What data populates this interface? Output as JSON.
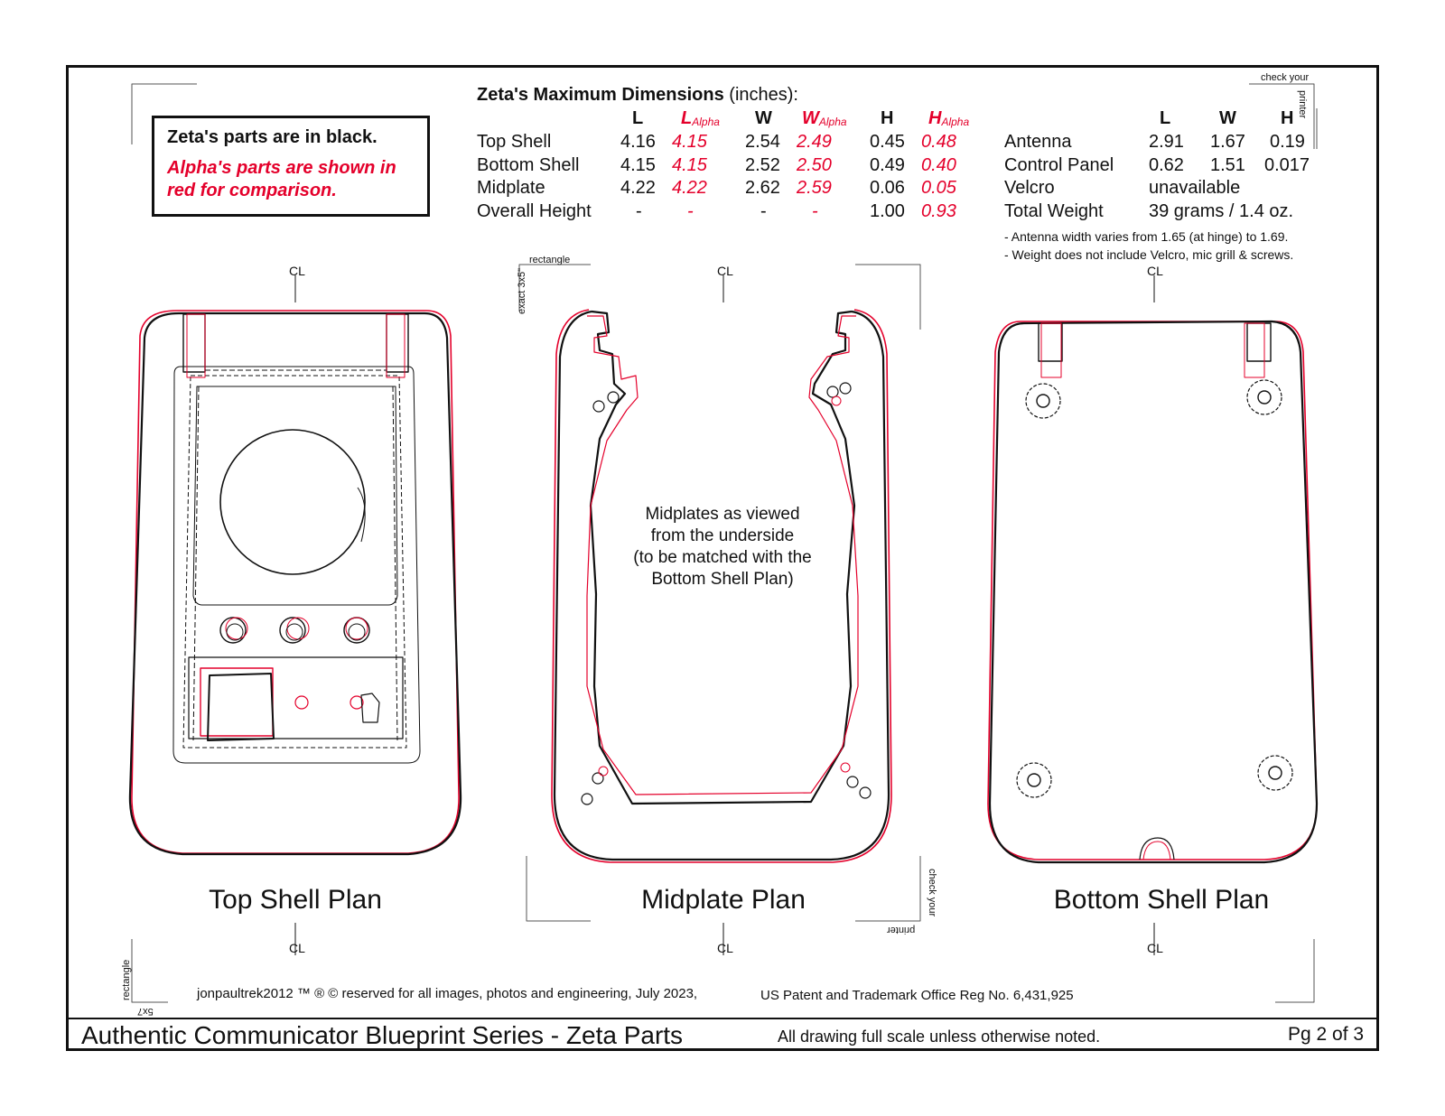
{
  "legend": {
    "black_text": "Zeta's parts are in black.",
    "red_text": "Alpha's parts are shown in red for comparison."
  },
  "dimensions_table": {
    "title_bold": "Zeta's Maximum  Dimensions",
    "title_unit": "(inches):",
    "headers": {
      "L": "L",
      "L_alpha": "L",
      "W": "W",
      "W_alpha": "W",
      "H": "H",
      "H_alpha": "H",
      "alpha_sub": "Alpha"
    },
    "rows": [
      {
        "name": "Top Shell",
        "L": "4.16",
        "La": "4.15",
        "W": "2.54",
        "Wa": "2.49",
        "H": "0.45",
        "Ha": "0.48"
      },
      {
        "name": "Bottom Shell",
        "L": "4.15",
        "La": "4.15",
        "W": "2.52",
        "Wa": "2.50",
        "H": "0.49",
        "Ha": "0.40"
      },
      {
        "name": "Midplate",
        "L": "4.22",
        "La": "4.22",
        "W": "2.62",
        "Wa": "2.59",
        "H": "0.06",
        "Ha": "0.05"
      },
      {
        "name": "Overall Height",
        "L": "-",
        "La": "-",
        "W": "-",
        "Wa": "-",
        "H": "1.00",
        "Ha": "0.93"
      }
    ]
  },
  "parts_table": {
    "headers": {
      "L": "L",
      "W": "W",
      "H": "H"
    },
    "rows": [
      {
        "name": "Antenna",
        "L": "2.91",
        "W": "1.67",
        "H": "0.19"
      },
      {
        "name": "Control Panel",
        "L": "0.62",
        "W": "1.51",
        "H": "0.017"
      },
      {
        "name": "Velcro",
        "span": "unavailable"
      },
      {
        "name": "Total Weight",
        "span": "39 grams / 1.4 oz."
      }
    ],
    "notes": [
      "- Antenna width varies from 1.65 (at hinge) to 1.69.",
      "- Weight does not include Velcro, mic grill & screws."
    ]
  },
  "midplate_note": [
    "Midplates as viewed",
    "from the underside",
    "(to be matched with the",
    "Bottom Shell Plan)"
  ],
  "plans": {
    "top": "Top Shell Plan",
    "mid": "Midplate Plan",
    "bottom": "Bottom Shell Plan"
  },
  "centerline": "CL",
  "printer_marks": {
    "check_your": "check your",
    "printer": "printer",
    "rectangle": "rectangle",
    "exact": "exact 3x5\"",
    "five_by_seven": "5x7"
  },
  "footer": {
    "copyright": "jonpaultrek2012 ™ ® © reserved for all images, photos and engineering, July 2023,",
    "patent": "US Patent and Trademark Office Reg No. 6,431,925",
    "series_title": "Authentic Communicator Blueprint Series - Zeta Parts",
    "scale_note": "All drawing full scale unless otherwise noted.",
    "page": "Pg 2 of 3"
  },
  "colors": {
    "zeta": "#111111",
    "alpha": "#e4002b"
  }
}
